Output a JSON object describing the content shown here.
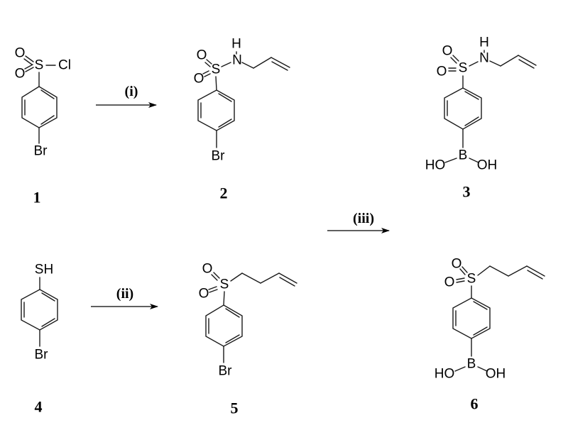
{
  "scheme": {
    "compounds": [
      {
        "id": "1",
        "label": "1",
        "atoms": {
          "o_upper": "O",
          "o_lower": "O",
          "s": "S",
          "cl": "Cl",
          "br": "Br"
        }
      },
      {
        "id": "2",
        "label": "2",
        "atoms": {
          "o_upper": "O",
          "o_lower": "O",
          "s": "S",
          "h": "H",
          "n": "N",
          "br": "Br"
        }
      },
      {
        "id": "3",
        "label": "3",
        "atoms": {
          "o_upper": "O",
          "o_lower": "O",
          "s": "S",
          "h": "H",
          "n": "N",
          "b": "B",
          "ho": "HO",
          "oh": "OH"
        }
      },
      {
        "id": "4",
        "label": "4",
        "atoms": {
          "sh": "SH",
          "br": "Br"
        }
      },
      {
        "id": "5",
        "label": "5",
        "atoms": {
          "o_upper": "O",
          "o_lower": "O",
          "s": "S",
          "br": "Br"
        }
      },
      {
        "id": "6",
        "label": "6",
        "atoms": {
          "o_upper": "O",
          "o_lower": "O",
          "s": "S",
          "b": "B",
          "ho": "HO",
          "oh": "OH"
        }
      }
    ],
    "reactions": [
      {
        "id": "i",
        "label": "(i)",
        "from": "1",
        "to": "2"
      },
      {
        "id": "ii",
        "label": "(ii)",
        "from": "4",
        "to": "5"
      },
      {
        "id": "iii",
        "label": "(iii)",
        "from": "2, 5",
        "to": "3, 6"
      }
    ]
  }
}
